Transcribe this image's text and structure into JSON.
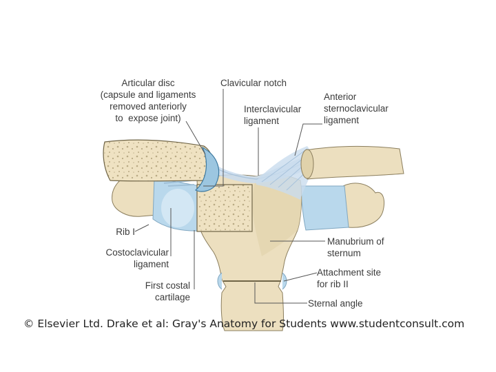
{
  "labels": {
    "articular_disc": "Articular disc\n(capsule and ligaments\nremoved anteriorly\nto  expose joint)",
    "clavicular_notch": "Clavicular notch",
    "interclavicular_ligament": "Interclavicular\nligament",
    "anterior_sternoclavicular_ligament": "Anterior\nsternoclavicular\nligament",
    "rib_1": "Rib I",
    "costoclavicular_ligament": "Costoclavicular\nligament",
    "first_costal_cartilage": "First costal\ncartilage",
    "manubrium": "Manubrium of\nsternum",
    "attachment_rib_2": "Attachment site\nfor rib II",
    "sternal_angle": "Sternal angle"
  },
  "credit": "© Elsevier Ltd. Drake et al: Gray's Anatomy for Students www.studentconsult.com",
  "colors": {
    "bone": "#ecdfbf",
    "bone_shade": "#d6c79f",
    "cartilage": "#b9d8ec",
    "ligament": "#c9dcee",
    "outline": "#8a7d5c",
    "leader": "#555555"
  }
}
